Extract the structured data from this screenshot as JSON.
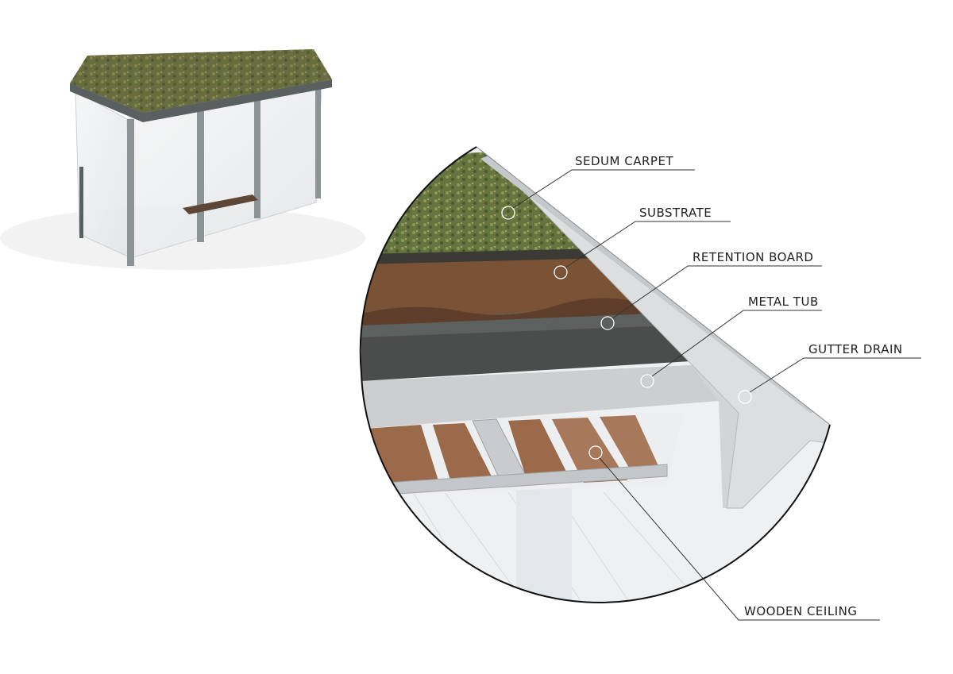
{
  "labels": {
    "sedum_carpet": "SEDUM CARPET",
    "substrate": "SUBSTRATE",
    "retention_board": "RETENTION BOARD",
    "metal_tub": "METAL TUB",
    "gutter_drain": "GUTTER DRAIN",
    "wooden_ceiling": "WOODEN CEILING"
  },
  "colors": {
    "sedum": "#5f6e3a",
    "substrate": "#7a5236",
    "retention_board": "#4a4d4c",
    "metal": "#d2d4d6",
    "wood": "#9a6a4a",
    "frame": "#5a605f"
  }
}
